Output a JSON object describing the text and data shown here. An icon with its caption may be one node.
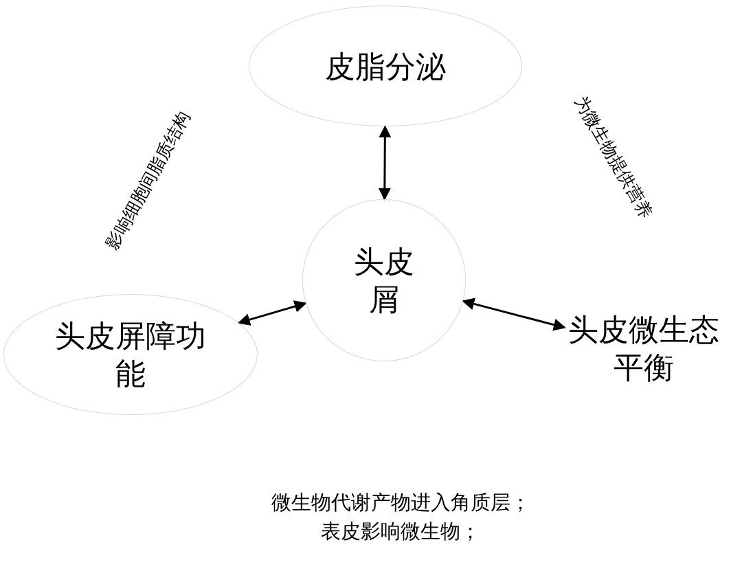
{
  "diagram": {
    "nodes": [
      {
        "text": [
          "皮脂分泌"
        ]
      },
      {
        "text": [
          "头皮屑"
        ]
      },
      {
        "text": [
          "头皮屏障功能"
        ]
      },
      {
        "text": [
          "头皮微生态平衡"
        ]
      }
    ],
    "edges": [
      {
        "from": 0,
        "to": 1,
        "arrow": "both"
      },
      {
        "from": 2,
        "to": 1,
        "arrow": "both"
      },
      {
        "from": 1,
        "to": 3,
        "arrow": "both"
      }
    ],
    "labels": [
      "影响细胞间脂质结构",
      "为微生物提供营养",
      "微生物代谢产物进入角质层；",
      "表皮影响微生物；"
    ]
  }
}
